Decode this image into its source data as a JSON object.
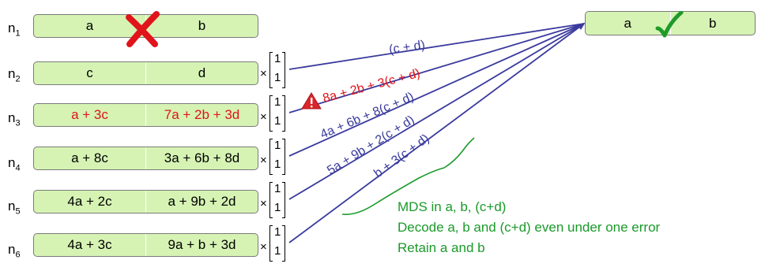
{
  "nodes": [
    {
      "label": "n",
      "sub": "1",
      "left": "a",
      "right": "b"
    },
    {
      "label": "n",
      "sub": "2",
      "left": "c",
      "right": "d"
    },
    {
      "label": "n",
      "sub": "3",
      "left": "a + 3c",
      "right": "7a + 2b + 3d"
    },
    {
      "label": "n",
      "sub": "4",
      "left": "a + 8c",
      "right": "3a + 6b + 8d"
    },
    {
      "label": "n",
      "sub": "5",
      "left": "4a + 2c",
      "right": "a + 9b + 2d"
    },
    {
      "label": "n",
      "sub": "6",
      "left": "4a + 3c",
      "right": "9a + b + 3d"
    }
  ],
  "multiplier": {
    "symbol": "×",
    "top": "1",
    "bottom": "1"
  },
  "target": {
    "left": "a",
    "right": "b"
  },
  "edge_labels": [
    "(c + d)",
    "8a + 2b + 3(c + d)",
    "4a + 6b + 8(c + d)",
    "5a + 9b + 2(c + d)",
    "b + 3(c + d)"
  ],
  "notes": [
    "MDS in a, b, (c+d)",
    "Decode a, b and (c+d) even under one error",
    "Retain a and b"
  ],
  "colors": {
    "box_fill": "#d6f3b4",
    "arrow": "#3a3a9e",
    "error_red": "#e0141a",
    "note_green": "#1a9a2a"
  },
  "icons": {
    "failed": "red-x-icon",
    "success": "green-check-icon",
    "warning": "warning-triangle-icon"
  }
}
